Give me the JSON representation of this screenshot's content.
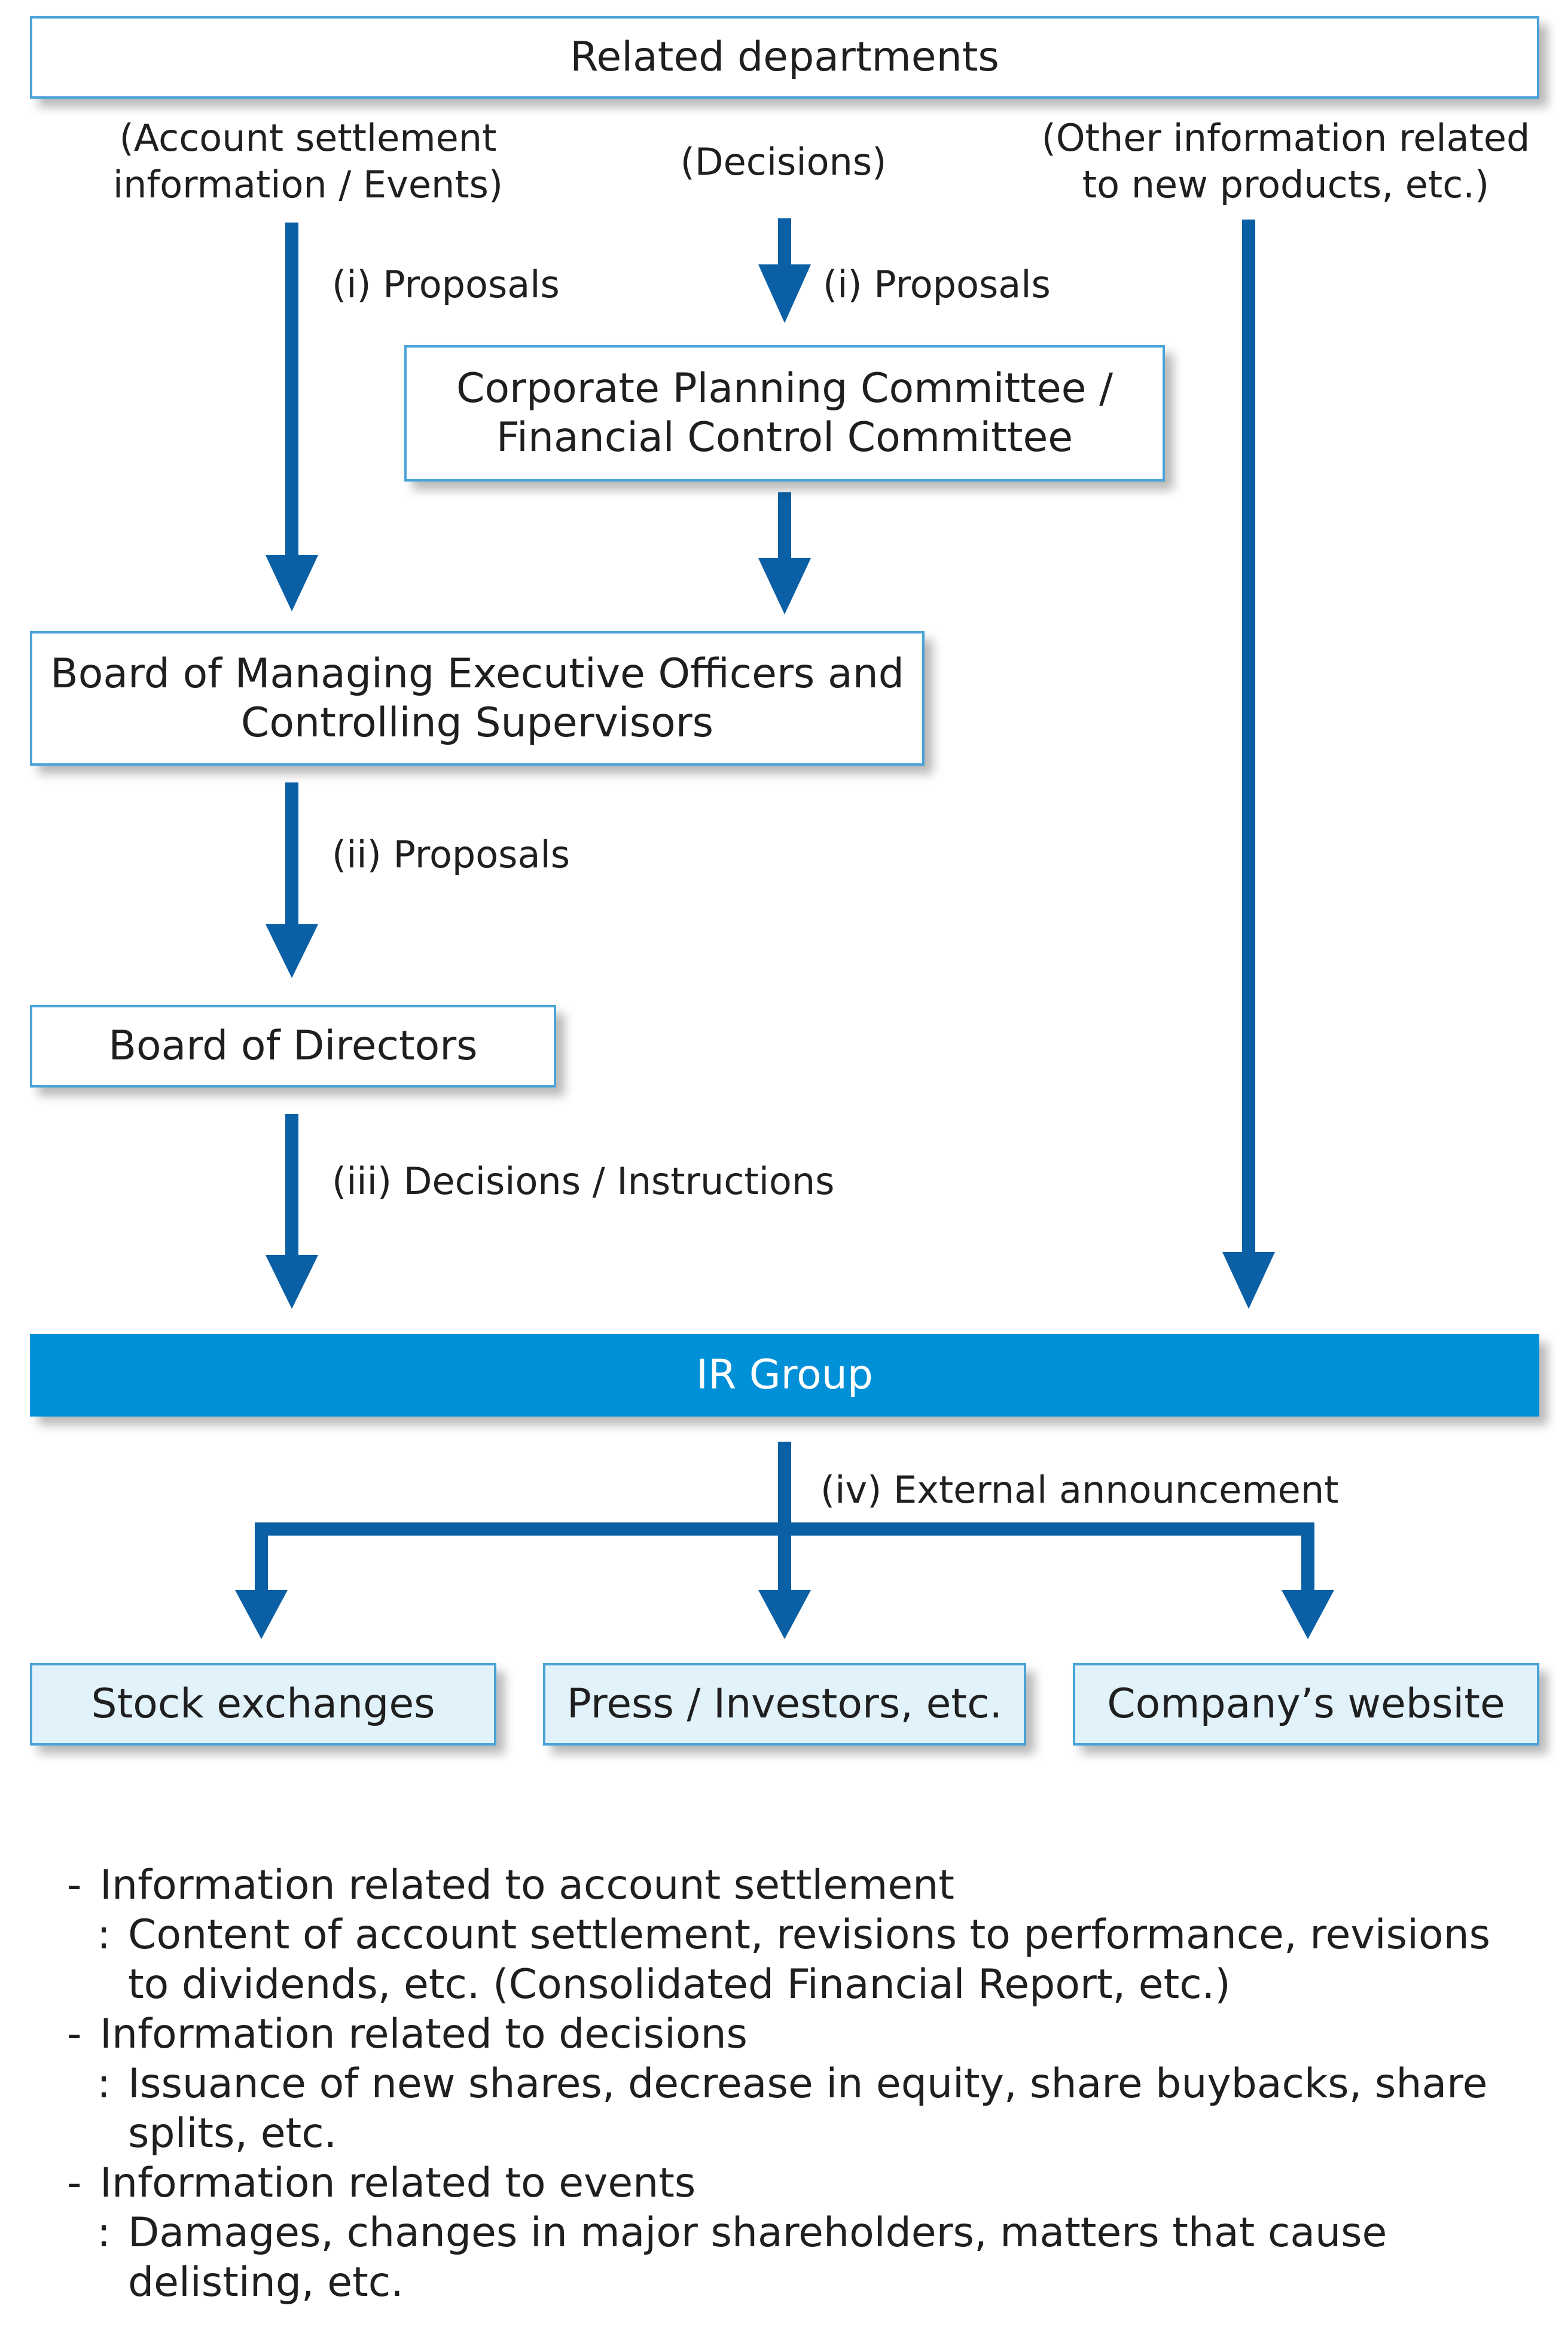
{
  "nodes": {
    "related": "Related departments",
    "cpc": [
      "Corporate Planning Committee /",
      "Financial Control Committee"
    ],
    "board_meo": [
      "Board of Managing Executive Officers and",
      "Controlling Supervisors"
    ],
    "directors": "Board of Directors",
    "ir": "IR Group",
    "stock": "Stock exchanges",
    "press": "Press / Investors, etc.",
    "website": "Company’s website"
  },
  "labels": {
    "acct": [
      "(Account settlement",
      "information / Events)"
    ],
    "decisions": "(Decisions)",
    "other": [
      "(Other information related",
      "to new products, etc.)"
    ],
    "prop1_left": "(i) Proposals",
    "prop1_mid": "(i) Proposals",
    "prop2": "(ii) Proposals",
    "decisions_instr": "(iii) Decisions / Instructions",
    "external": "(iv) External announcement"
  },
  "notes": [
    {
      "category": "Information related to account settlement",
      "detail": "Content of account settlement, revisions to performance, revisions to dividends, etc. (Consolidated Financial Report, etc.)"
    },
    {
      "category": "Information related to decisions",
      "detail": "Issuance of new shares, decrease in equity, share buybacks, share splits, etc."
    },
    {
      "category": "Information related to events",
      "detail": "Damages, changes in major shareholders, matters that cause delisting, etc."
    }
  ],
  "colors": {
    "arrow": "#0b5fa5",
    "ir_fill": "#0090d8",
    "box_border": "#4aa3d8",
    "light_fill": "#e1f2fb"
  }
}
